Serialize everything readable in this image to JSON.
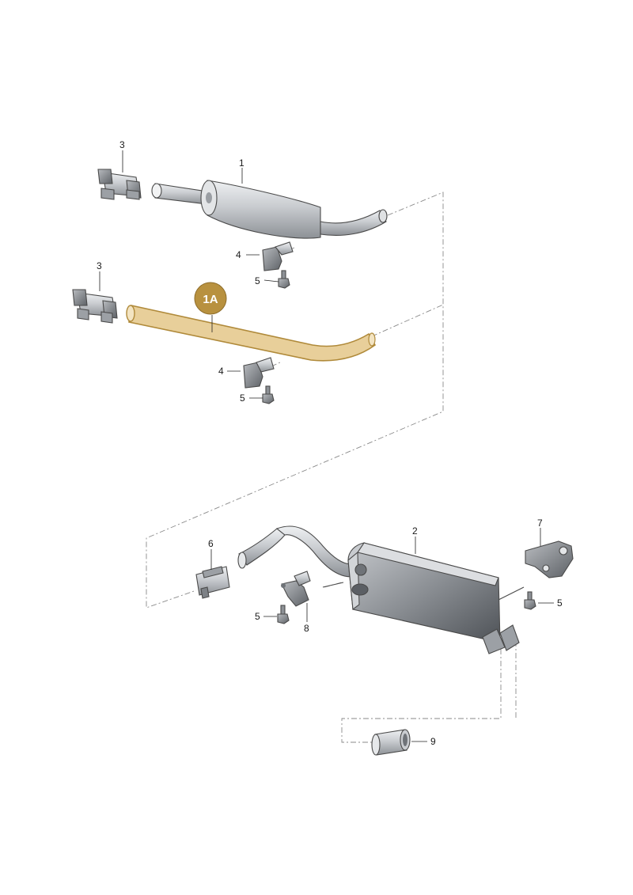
{
  "callouts": {
    "c1": "1",
    "c1a": "1A",
    "c2": "2",
    "c3_top": "3",
    "c3_mid": "3",
    "c4_top": "4",
    "c4_mid": "4",
    "c5_top": "5",
    "c5_mid": "5",
    "c5_lower_left": "5",
    "c5_right": "5",
    "c6": "6",
    "c7": "7",
    "c8": "8",
    "c9": "9"
  },
  "colors": {
    "highlight_pipe": "#e8cf9a",
    "highlight_outline": "#b08a3a",
    "badge_fill": "#b8913f",
    "metal_light": "#d7d9dc",
    "metal_dark": "#7d8186"
  }
}
